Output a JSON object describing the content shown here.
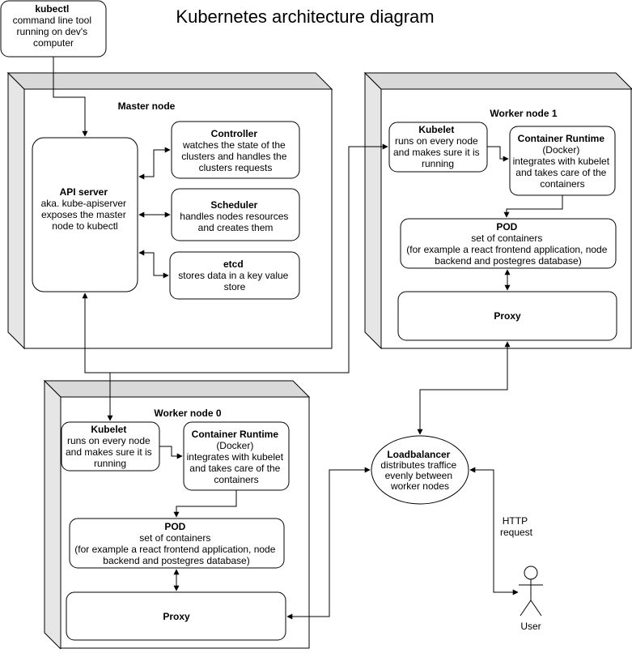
{
  "title": "Kubernetes architecture diagram",
  "kubectl": {
    "title": "kubectl",
    "lines": [
      "command line tool",
      "running on dev's",
      "computer"
    ]
  },
  "master_node": {
    "label": "Master node",
    "api_server": {
      "title": "API server",
      "lines": [
        "aka. kube-apiserver",
        "",
        "exposes the master",
        "node to kubectl"
      ]
    },
    "controller": {
      "title": "Controller",
      "lines": [
        "watches the state of the",
        "clusters and handles the",
        "clusters requests"
      ]
    },
    "scheduler": {
      "title": "Scheduler",
      "lines": [
        "handles nodes resources",
        "and creates them"
      ]
    },
    "etcd": {
      "title": "etcd",
      "lines": [
        "stores data in a key value",
        "store"
      ]
    }
  },
  "worker_node_1": {
    "label": "Worker node 1",
    "kubelet": {
      "title": "Kubelet",
      "lines": [
        "runs on every node",
        "and makes sure it is",
        "running"
      ]
    },
    "runtime": {
      "title": "Container Runtime",
      "lines": [
        "(Docker)",
        "integrates with kubelet",
        "and takes care of the",
        "containers"
      ]
    },
    "pod": {
      "title": "POD",
      "lines": [
        "set of containers",
        "(for example a react frontend application, node",
        "backend and postegres database)"
      ]
    },
    "proxy": {
      "title": "Proxy"
    }
  },
  "worker_node_0": {
    "label": "Worker node 0",
    "kubelet": {
      "title": "Kubelet",
      "lines": [
        "runs on every node",
        "and makes sure it is",
        "running"
      ]
    },
    "runtime": {
      "title": "Container Runtime",
      "lines": [
        "(Docker)",
        "integrates with kubelet",
        "and takes care of the",
        "containers"
      ]
    },
    "pod": {
      "title": "POD",
      "lines": [
        "set of containers",
        "(for example a react frontend application, node",
        "backend and postegres database)"
      ]
    },
    "proxy": {
      "title": "Proxy"
    }
  },
  "loadbalancer": {
    "title": "Loadbalancer",
    "lines": [
      "distributes traffice",
      "evenly between",
      "worker nodes"
    ]
  },
  "http_request": {
    "lines": [
      "HTTP",
      "request"
    ]
  },
  "user": {
    "label": "User"
  },
  "colors": {
    "stroke": "#000000",
    "box_fill": "#ffffff",
    "node_side": "#e6e6e6",
    "node_top": "#d9d9d9"
  }
}
